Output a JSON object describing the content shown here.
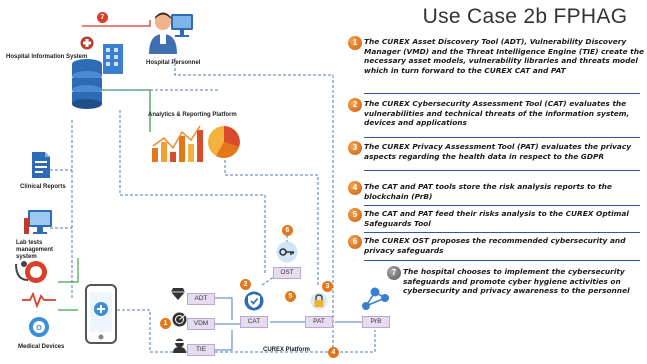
{
  "title": "Use Case 2b FPHAG",
  "nodes": {
    "his": "Hospital Information System",
    "personnel": "Hospital Personnel",
    "analytics": "Analytics & Reporting Platform",
    "clinical": "Clinical Reports",
    "lab": "Lab tests management system",
    "medical": "Medical Devices",
    "adt": "ADT",
    "vdm": "VDM",
    "tie": "TIE",
    "cat": "CAT",
    "pat": "PAT",
    "ost": "OST",
    "prb": "PrB",
    "platform": "CUREX Platform"
  },
  "badges": {
    "b1": "1",
    "b2": "2",
    "b3": "3",
    "b4": "4",
    "b5": "5",
    "b6": "6",
    "b7": "7"
  },
  "steps": [
    {
      "num": "1",
      "text": "The CUREX Asset Discovery Tool (ADT), Vulnerability Discovery Manager (VMD) and the Threat Intelligence Engine (TIE) create the necessary asset models, vulnerability libraries and threats model which in turn forward to the CUREX CAT and PAT"
    },
    {
      "num": "2",
      "text": "The CUREX Cybersecurity Assessment Tool (CAT) evaluates the vulnerabilities and technical threats of the information system, devices and applications"
    },
    {
      "num": "3",
      "text": "The CUREX Privacy Assessment Tool (PAT) evaluates the privacy aspects regarding the health data in respect to the GDPR"
    },
    {
      "num": "4",
      "text": "The CAT and PAT tools store the risk analysis reports to the blockchain (PrB)"
    },
    {
      "num": "5",
      "text": "The CAT and PAT feed their risks analysis to the CUREX Optimal Safeguards Tool"
    },
    {
      "num": "6",
      "text": "The CUREX OST proposes the recommended cybersecurity and privacy safeguards"
    },
    {
      "num": "7",
      "text": "The hospital chooses to implement the cybersecurity safeguards and promote cyber hygiene activities on cybersecurity and privacy awareness to the personnel"
    }
  ],
  "colors": {
    "blue_wire": "#4a78c2",
    "green_wire": "#3fa34d",
    "red_wire": "#d63a2a",
    "badge_orange": "#e2781a",
    "tool_fill": "#e6dcef"
  }
}
